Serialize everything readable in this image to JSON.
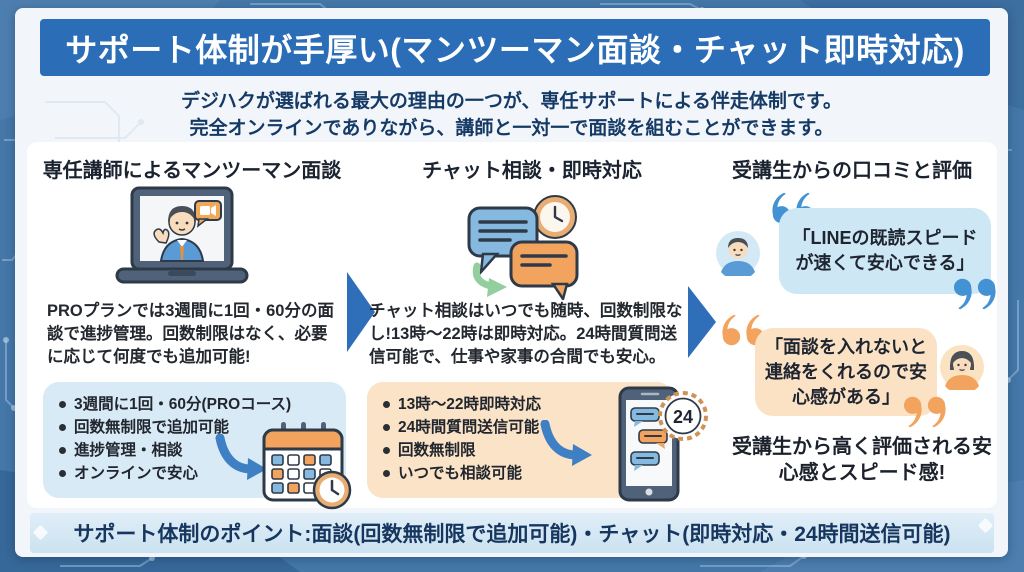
{
  "banner": {
    "title": "サポート体制が手厚い(マンツーマン面談・チャット即時対応)"
  },
  "intro": {
    "line1": "デジハクが選ばれる最大の理由の一つが、専任サポートによる伴走体制です。",
    "line2": "完全オンラインでありながら、講師と一対一で面談を組むことができます。"
  },
  "columns": {
    "mentoring": {
      "heading": "専任講師によるマンツーマン面談",
      "description": "PROプランでは3週間に1回・60分の面談で進捗管理。回数制限はなく、必要に応じて何度でも追加可能!",
      "bullets": [
        "3週間に1回・60分(PROコース)",
        "回数無制限で追加可能",
        "進捗管理・相談",
        "オンラインで安心"
      ]
    },
    "chat": {
      "heading": "チャット相談・即時対応",
      "description": "チャット相談はいつでも随時、回数制限なし!13時〜22時は即時対応。24時間質問送信可能で、仕事や家事の合間でも安心。",
      "bullets": [
        "13時〜22時即時対応",
        "24時間質問送信可能",
        "回数無制限",
        "いつでも相談可能"
      ],
      "clock_badge": "24"
    },
    "reviews": {
      "heading": "受講生からの口コミと評価",
      "quotes": [
        {
          "text": "「LINEの既読スピードが速くて安心できる」"
        },
        {
          "text": "「面談を入れないと連絡をくれるので安心感がある」"
        }
      ],
      "closing": "受講生から高く評価される安心感とスピード感!"
    }
  },
  "footer": {
    "text": "サポート体制のポイント:面談(回数無制限で追加可能)・チャット(即時対応・24時間送信可能)"
  },
  "colors": {
    "banner_blue": "#2b6db6",
    "navy_text": "#153a66",
    "light_blue_box": "#d8eaf6",
    "peach_box": "#fae3c6",
    "quote_bubble_blue": "#cde7f5",
    "quote_bubble_orange": "#fbe2c4",
    "quote_mark_blue": "#4393d4",
    "quote_mark_orange": "#f2a35e",
    "arrow_blue": "#2f6fba",
    "background_blue": "#44739f"
  }
}
